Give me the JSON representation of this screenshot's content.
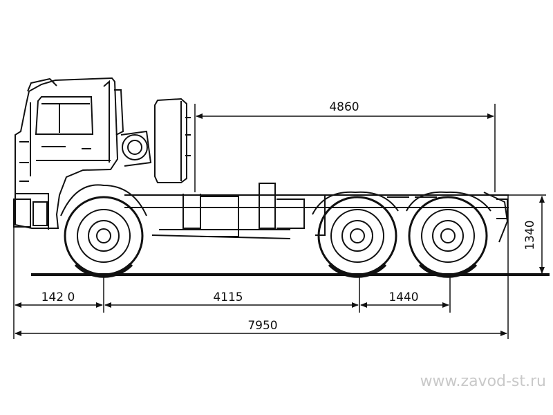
{
  "dimensions": {
    "chassis_length": "4860",
    "front_overhang": "142 0",
    "wheelbase_front_mid": "4115",
    "rear_axle_spacing": "1440",
    "overall_length": "7950",
    "frame_height": "1340"
  },
  "watermark": "www.zavod-st.ru",
  "colors": {
    "line": "#111111",
    "watermark": "#c9c9c9",
    "background": "#ffffff"
  }
}
